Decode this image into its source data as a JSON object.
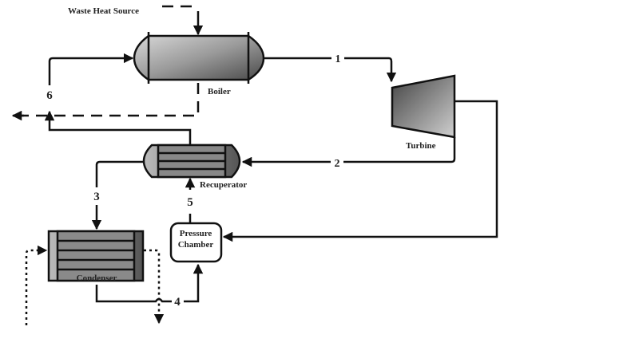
{
  "labels": {
    "waste_heat_source": "Waste Heat Source",
    "boiler": "Boiler",
    "turbine": "Turbine",
    "recuperator": "Recuperator",
    "condenser": "Condenser",
    "pressure_chamber_line1": "Pressure",
    "pressure_chamber_line2": "Chamber"
  },
  "state_points": [
    "1",
    "2",
    "3",
    "4",
    "5",
    "6"
  ]
}
